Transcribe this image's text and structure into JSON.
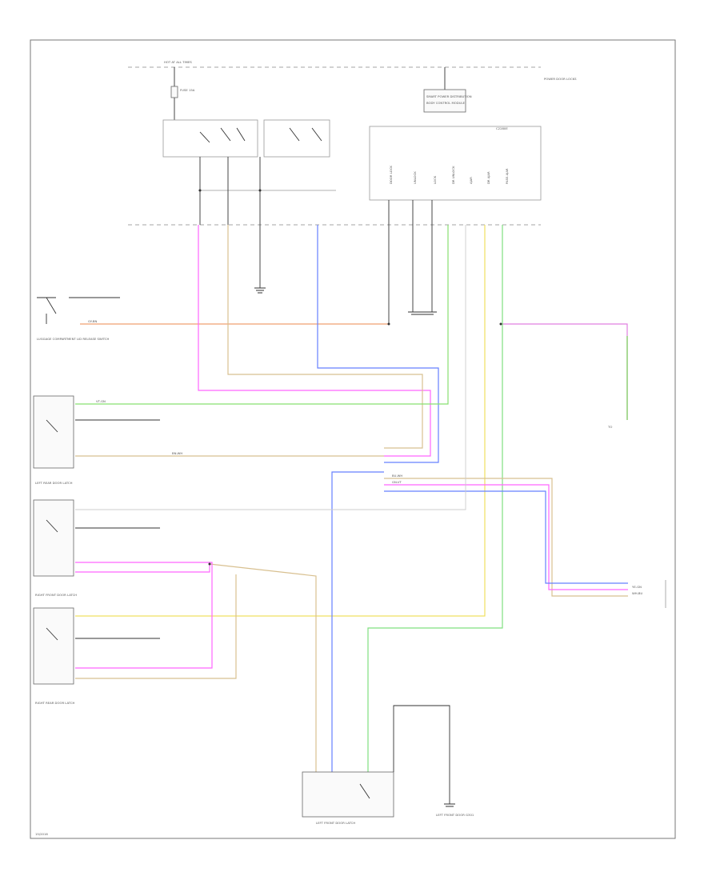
{
  "diagram": {
    "figure_id": "15/2016",
    "top_bus_label": "HOT AT ALL TIMES",
    "fuse_label": "FUSE 15A",
    "bcm_block_label": "BODY CONTROL MODULE",
    "bcm_sub_label": "SMART POWER DISTRIBUTION",
    "junction_label": "C2280E",
    "bcm_pin_labels": [
      "DOOR LOCK",
      "UNLOCK",
      "LOCK",
      "DR UNLOCK",
      "AJAR",
      "DR AJAR",
      "PASS AJAR"
    ],
    "ground_labels": [
      "LEFT FRONT DOOR G301"
    ],
    "luggage_label": "LUGGAGE COMPARTMENT LID RELEASE SWITCH",
    "left_rear_label": "LEFT REAR DOOR LATCH",
    "right_front_label": "RIGHT FRONT DOOR LATCH",
    "right_rear_label": "RIGHT REAR DOOR LATCH",
    "left_front_label": "LEFT FRONT DOOR LATCH",
    "right_side_label": "POWER DOOR LOCKS",
    "continued_label": "TO",
    "wire_tags": [
      "GY-BN",
      "VT-GN",
      "BN-WH",
      "BU-WH",
      "GN-VT",
      "YE-GN",
      "WH-BU"
    ]
  }
}
